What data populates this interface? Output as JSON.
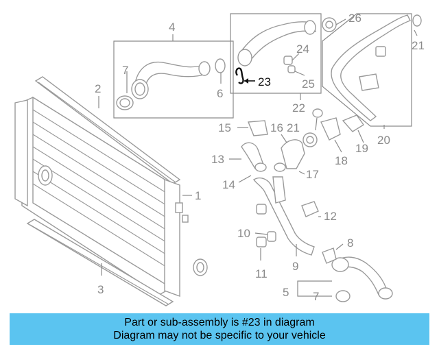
{
  "callouts": {
    "c1": "1",
    "c2": "2",
    "c3": "3",
    "c4": "4",
    "c5": "5",
    "c6": "6",
    "c7a": "7",
    "c7b": "7",
    "c8": "8",
    "c9": "9",
    "c10": "10",
    "c11": "11",
    "c12": "12",
    "c13": "13",
    "c14": "14",
    "c15": "15",
    "c16": "16",
    "c17": "17",
    "c18": "18",
    "c19": "19",
    "c20": "20",
    "c21a": "21",
    "c21b": "21",
    "c22": "22",
    "c23": "23",
    "c24": "24",
    "c25": "25",
    "c26": "26"
  },
  "highlight_part": "23",
  "colors": {
    "banner": "#5bc4f0",
    "highlight": "#111111",
    "line_art": "#9a9a9a"
  },
  "banner": {
    "line1": "Part or sub-assembly is #23 in diagram",
    "line2": "Diagram may not be specific to your vehicle"
  }
}
